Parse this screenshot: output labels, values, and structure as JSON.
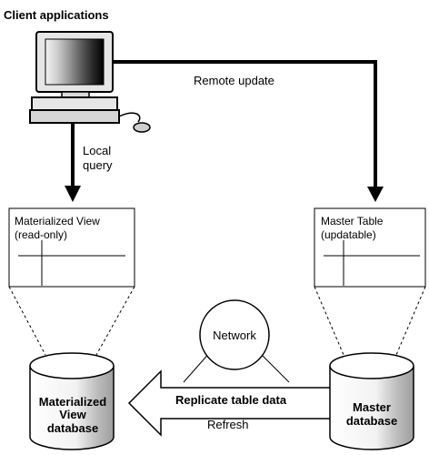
{
  "title": "Client applications",
  "labels": {
    "remote_update": "Remote update",
    "local_query_line1": "Local",
    "local_query_line2": "query",
    "network": "Network",
    "replicate": "Replicate table data",
    "refresh": "Refresh"
  },
  "materialized_view_box": {
    "line1": "Materialized View",
    "line2": "(read-only)"
  },
  "master_table_box": {
    "line1": "Master Table",
    "line2": "(updatable)"
  },
  "mv_database": {
    "line1": "Materialized",
    "line2": "View",
    "line3": "database"
  },
  "master_database": {
    "line1": "Master",
    "line2": "database"
  }
}
